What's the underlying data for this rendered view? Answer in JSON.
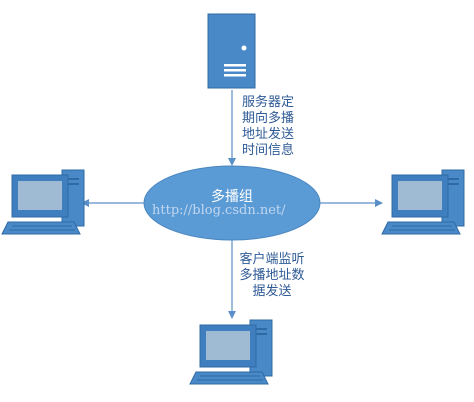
{
  "diagram": {
    "center_label": "多播组",
    "server_caption": [
      "服务器定",
      "期向多播",
      "地址发送",
      "时间信息"
    ],
    "client_caption": [
      "客户端监听",
      "多播地址数",
      "据发送"
    ],
    "watermark": "http://blog.csdn.net/"
  },
  "colors": {
    "ellipse_fill": "#5b9bd5",
    "device_fill": "#4a89c8",
    "device_dark": "#2f6aa5",
    "screen": "#9fbad3",
    "arrow": "#5b8fc8",
    "caption": "#2e5a96"
  },
  "icons": {
    "server": "server-tower-icon",
    "client": "desktop-computer-icon"
  }
}
